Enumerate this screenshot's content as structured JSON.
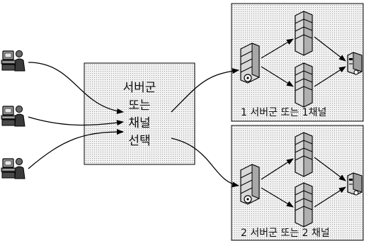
{
  "center_box": {
    "lines": [
      "서버군",
      "또는",
      "채널",
      "선택"
    ]
  },
  "groups": [
    {
      "label": "1 서버군 또는 1채널"
    },
    {
      "label": "2 서버군 또는 2 채널"
    }
  ],
  "icons": {
    "user": "user-at-computer-icon",
    "server_stack": "server-stack-icon",
    "server_tower": "server-tower-icon",
    "endpoint": "endpoint-device-icon"
  }
}
